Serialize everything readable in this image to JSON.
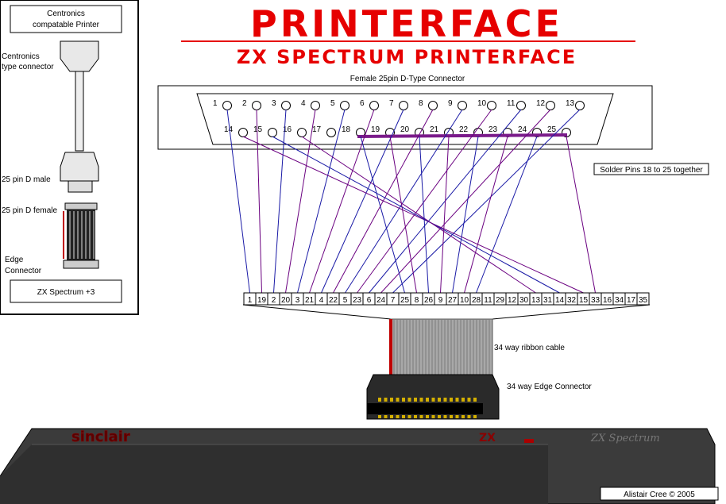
{
  "title": "PRINTERFACE",
  "subtitle": "ZX SPECTRUM PRINTERFACE",
  "legend_panel": {
    "printer_box": [
      "Centronics",
      "compatable Printer"
    ],
    "centronics_connector": [
      "Centronics",
      "type connector"
    ],
    "male_label": "25 pin D male",
    "female_label": "25 pin D female",
    "edge_label": [
      "Edge",
      "Connector"
    ],
    "spectrum_box": "ZX Spectrum +3"
  },
  "dtype_connector_label": "Female 25pin D-Type Connector",
  "dtype_top_pins": [
    "1",
    "2",
    "3",
    "4",
    "5",
    "6",
    "7",
    "8",
    "9",
    "10",
    "11",
    "12",
    "13"
  ],
  "dtype_bottom_pins": [
    "14",
    "15",
    "16",
    "17",
    "18",
    "19",
    "20",
    "21",
    "22",
    "23",
    "24",
    "25"
  ],
  "solder_note": "Solder Pins 18 to 25 together",
  "edge_pins": [
    "1",
    "19",
    "2",
    "20",
    "3",
    "21",
    "4",
    "22",
    "5",
    "23",
    "6",
    "24",
    "7",
    "25",
    "8",
    "26",
    "9",
    "27",
    "10",
    "28",
    "11",
    "29",
    "12",
    "30",
    "13",
    "31",
    "14",
    "32",
    "15",
    "33",
    "16",
    "34",
    "17",
    "35"
  ],
  "ribbon_label": "34 way ribbon cable",
  "edge_connector_label": "34 way Edge Connector",
  "spectrum": {
    "brand": "sinclair",
    "model_badge": "ZX",
    "model_name": "ZX Spectrum"
  },
  "credit": "Alistair Cree  © 2005",
  "colors": {
    "title_red": "#e60000",
    "wire_blue": "#1a1aa6",
    "wire_purple": "#6a0080",
    "solder_bar": "#7a1a8a",
    "spectrum_body": "#3a3a3a"
  },
  "connections": [
    {
      "dtype": "1",
      "edge": "1"
    },
    {
      "dtype": "2",
      "edge": "19"
    },
    {
      "dtype": "3",
      "edge": "2"
    },
    {
      "dtype": "4",
      "edge": "20"
    },
    {
      "dtype": "5",
      "edge": "3"
    },
    {
      "dtype": "6",
      "edge": "21"
    },
    {
      "dtype": "7",
      "edge": "4"
    },
    {
      "dtype": "8",
      "edge": "22"
    },
    {
      "dtype": "9",
      "edge": "5"
    },
    {
      "dtype": "10",
      "edge": "23"
    },
    {
      "dtype": "11",
      "edge": "6"
    },
    {
      "dtype": "12",
      "edge": "24"
    },
    {
      "dtype": "13",
      "edge": "7"
    },
    {
      "dtype": "14",
      "edge": "15"
    },
    {
      "dtype": "15",
      "edge": "14"
    },
    {
      "dtype": "16",
      "edge": "13"
    },
    {
      "dtype": "18",
      "edge": "25"
    },
    {
      "dtype": "19",
      "edge": "8"
    },
    {
      "dtype": "20",
      "edge": "26"
    },
    {
      "dtype": "21",
      "edge": "9"
    },
    {
      "dtype": "22",
      "edge": "27"
    },
    {
      "dtype": "23",
      "edge": "10"
    },
    {
      "dtype": "24",
      "edge": "28"
    },
    {
      "dtype": "25",
      "edge": "33"
    }
  ]
}
